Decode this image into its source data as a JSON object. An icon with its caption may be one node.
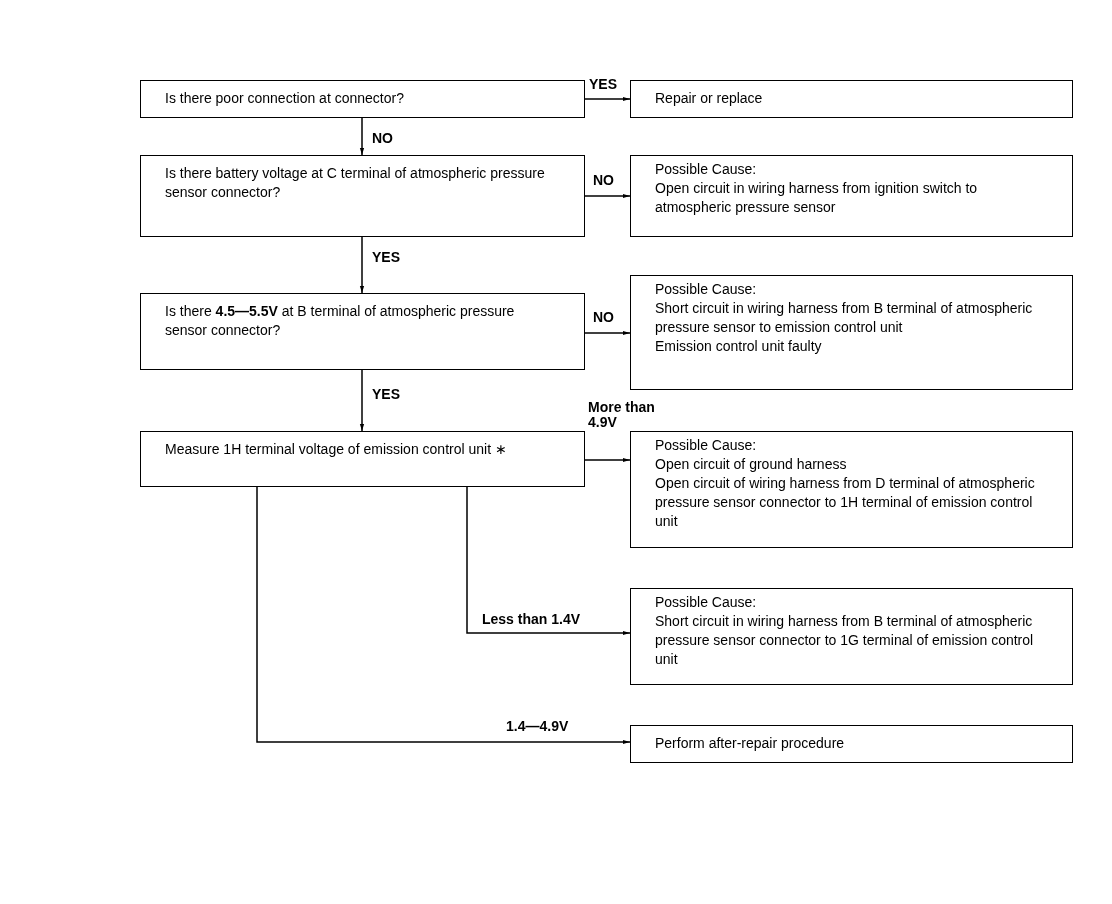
{
  "diagram": {
    "nodes": [
      {
        "text": [
          "Is there poor connection at connector?"
        ]
      },
      {
        "text": [
          "Repair or replace"
        ]
      },
      {
        "text": [
          "Is there battery voltage at C terminal of atmospheric pressure sensor connector?"
        ]
      },
      {
        "text": [
          "Possible Cause:",
          "Open circuit in wiring harness from ignition switch to atmospheric pressure sensor"
        ]
      },
      {
        "text": [
          "Is there **4.5—5.5V** at B terminal of atmospheric pressure sensor connector?"
        ]
      },
      {
        "text": [
          "Possible Cause:",
          "Short circuit in wiring harness from B terminal of atmospheric pressure sensor to emission control unit",
          "Emission control unit faulty"
        ]
      },
      {
        "text": [
          "Measure 1H terminal voltage of emission control unit ∗"
        ]
      },
      {
        "text": [
          "Possible Cause:",
          "Open circuit of ground harness",
          "Open circuit of wiring harness from D terminal of atmospheric pressure sensor connector to 1H terminal of emission control unit"
        ]
      },
      {
        "text": [
          "Possible Cause:",
          "Short circuit in wiring harness from B terminal of atmospheric pressure sensor connector to 1G terminal of emission control unit"
        ]
      },
      {
        "text": [
          "Perform after-repair procedure"
        ]
      }
    ],
    "edges": [
      {
        "from": 0,
        "to": 1,
        "arrow": "to",
        "label": "YES"
      },
      {
        "from": 0,
        "to": 2,
        "arrow": "to",
        "label": "NO"
      },
      {
        "from": 2,
        "to": 3,
        "arrow": "to",
        "label": "NO"
      },
      {
        "from": 2,
        "to": 4,
        "arrow": "to",
        "label": "YES"
      },
      {
        "from": 4,
        "to": 5,
        "arrow": "to",
        "label": "NO"
      },
      {
        "from": 4,
        "to": 6,
        "arrow": "to",
        "label": "YES"
      },
      {
        "from": 6,
        "to": 7,
        "arrow": "to",
        "label": "More than 4.9V"
      },
      {
        "from": 6,
        "to": 8,
        "arrow": "to",
        "label": "Less than 1.4V"
      },
      {
        "from": 6,
        "to": 9,
        "arrow": "to",
        "label": "1.4—4.9V"
      }
    ]
  }
}
